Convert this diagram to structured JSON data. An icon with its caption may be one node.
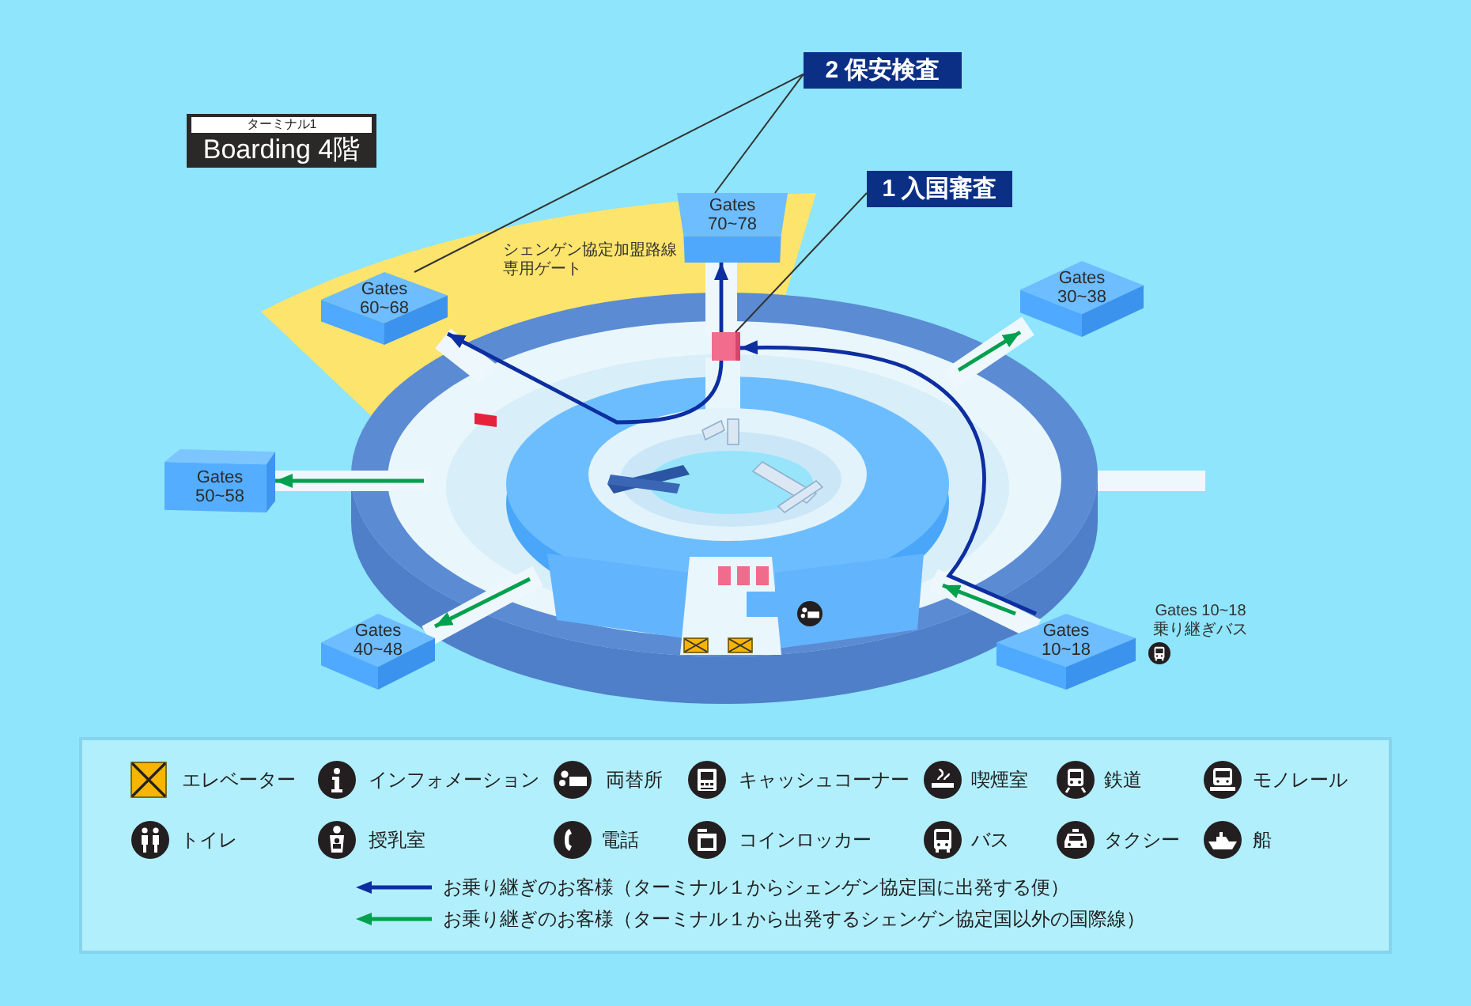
{
  "diagram": {
    "nodes": [
      {
        "text": [
          "ターミナル1",
          "Boarding 4階"
        ]
      },
      {
        "text": [
          "2 保安検査"
        ]
      },
      {
        "text": [
          "1 入国審査"
        ]
      },
      {
        "text": [
          "シェンゲン協定加盟路線専用ゲート"
        ]
      },
      {
        "text": [
          "Gates 70~78"
        ],
        "in": 3
      },
      {
        "text": [
          "Gates 60~68"
        ],
        "in": 3
      },
      {
        "text": [
          "Gates 30~38"
        ]
      },
      {
        "text": [],
        "shape": "box"
      },
      {
        "text": [
          "Gates 50~58"
        ]
      },
      {
        "text": [
          "Gates 40~48"
        ]
      },
      {
        "text": [
          "Gates 10~18"
        ]
      }
    ],
    "edges": [
      {
        "from": 1,
        "to": 5,
        "arrow": "none",
        "color": "#333333"
      },
      {
        "from": 1,
        "to": 4,
        "arrow": "none",
        "color": "#333333"
      },
      {
        "from": 2,
        "to": 7,
        "arrow": "none",
        "color": "#333333"
      },
      {
        "from": 10,
        "to": 7,
        "arrow": "to",
        "color": "#0d2ea0"
      },
      {
        "from": 7,
        "to": 4,
        "arrow": "to",
        "color": "#0d2ea0"
      },
      {
        "from": 7,
        "to": 5,
        "arrow": "to",
        "color": "#0d2ea0"
      },
      {
        "from": 10,
        "to": null,
        "arrow": "to"
      },
      {
        "from": null,
        "to": 6,
        "arrow": "to"
      },
      {
        "from": null,
        "to": 8,
        "arrow": "to"
      },
      {
        "from": null,
        "to": 9,
        "arrow": "to"
      }
    ],
    "labels": [
      "Gates 10~18 乗り継ぎバス"
    ],
    "legend": [
      {
        "text": "エレベーター"
      },
      {
        "text": "インフォメーション"
      },
      {
        "text": "両替所"
      },
      {
        "text": "キャッシュコーナー"
      },
      {
        "text": "喫煙室"
      },
      {
        "text": "鉄道"
      },
      {
        "text": "モノレール"
      },
      {
        "text": "トイレ"
      },
      {
        "text": "授乳室"
      },
      {
        "text": "電話"
      },
      {
        "text": "コインロッカー"
      },
      {
        "text": "バス"
      },
      {
        "text": "タクシー"
      },
      {
        "text": "船"
      },
      {
        "text": "お乗り継ぎのお客様（ターミナル１からシェンゲン協定国に出発する便）"
      },
      {
        "text": "お乗り継ぎのお客様（ターミナル１から出発するシェンゲン協定国以外の国際線）"
      }
    ]
  }
}
